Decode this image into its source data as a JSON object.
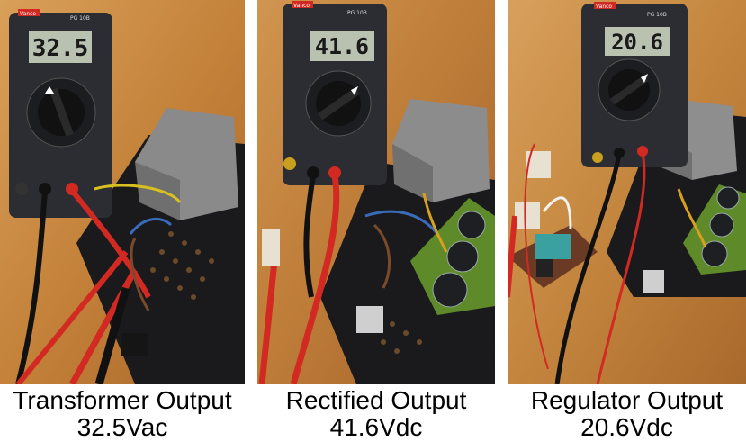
{
  "panels": [
    {
      "meter_reading": "32.5",
      "caption_title": "Transformer Output",
      "caption_value": "32.5Vac",
      "meter_brand": "Vanco",
      "meter_model": "PG 10B"
    },
    {
      "meter_reading": "41.6",
      "caption_title": "Rectified Output",
      "caption_value": "41.6Vdc",
      "meter_brand": "Vanco",
      "meter_model": "PG 10B"
    },
    {
      "meter_reading": "20.6",
      "caption_title": "Regulator Output",
      "caption_value": "20.6Vdc",
      "meter_brand": "Vanco",
      "meter_model": "PG 10B"
    }
  ],
  "colors": {
    "wood": "#c8873e",
    "meter_body": "#2b2d33",
    "lcd": "#b9c2b0",
    "lead_red": "#d22a22",
    "lead_black": "#111111"
  }
}
